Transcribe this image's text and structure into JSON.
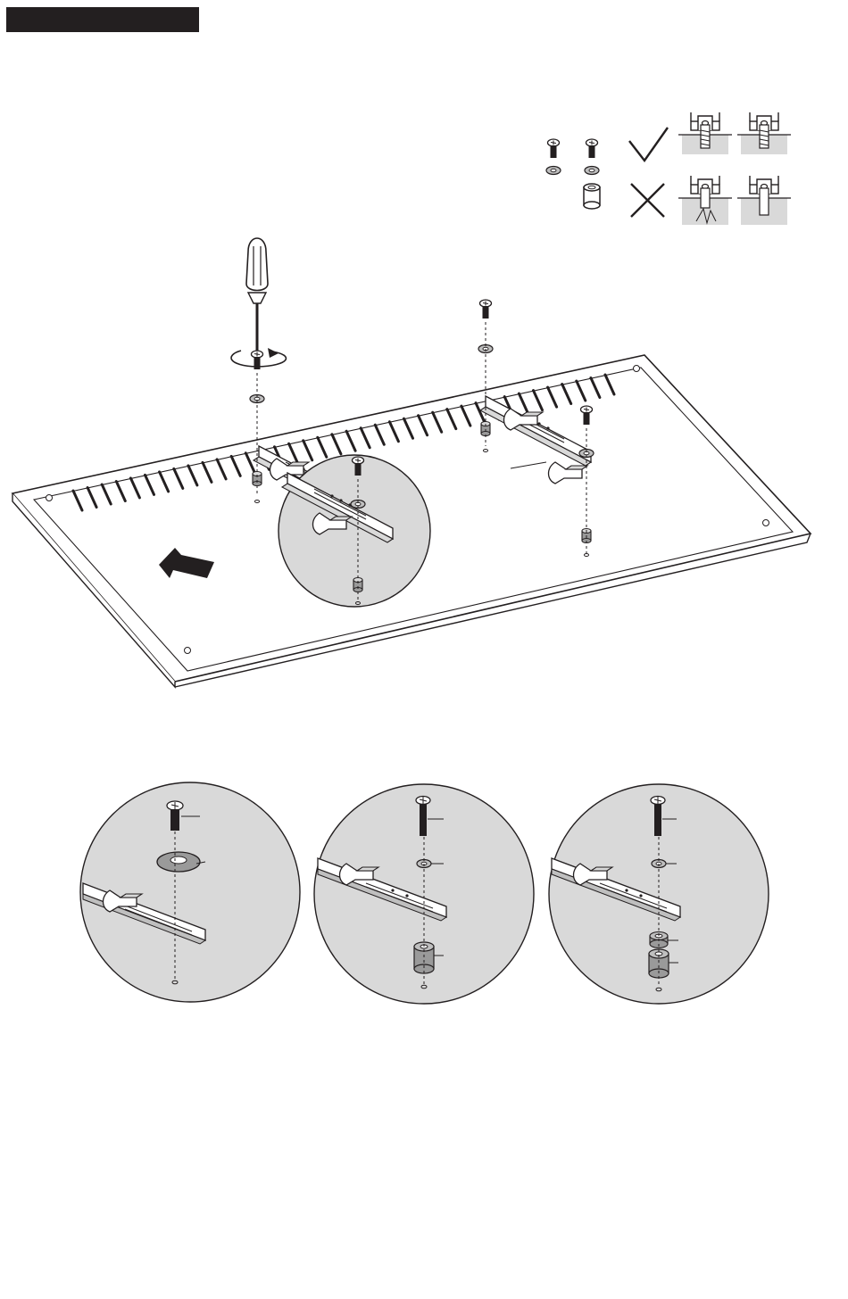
{
  "page": {
    "background": "#ffffff",
    "ink": "#231f20",
    "fill_light": "#d9d9d9",
    "fill_mid": "#bfbfbf",
    "fill_dark": "#9a9a9a",
    "header_bar_color": "#231f20"
  },
  "legend": {
    "correct_icon": "check-icon",
    "incorrect_icon": "cross-icon"
  },
  "icons": {
    "screwdriver": "screwdriver-icon",
    "rotation": "rotation-arrow-icon",
    "direction": "direction-arrow-icon"
  },
  "detail_views": [
    {
      "name": "option-1",
      "hardware": [
        "screw",
        "washer"
      ]
    },
    {
      "name": "option-2",
      "hardware": [
        "screw",
        "washer",
        "spacer"
      ]
    },
    {
      "name": "option-3",
      "hardware": [
        "screw",
        "washer",
        "spacer",
        "spacer"
      ]
    }
  ]
}
